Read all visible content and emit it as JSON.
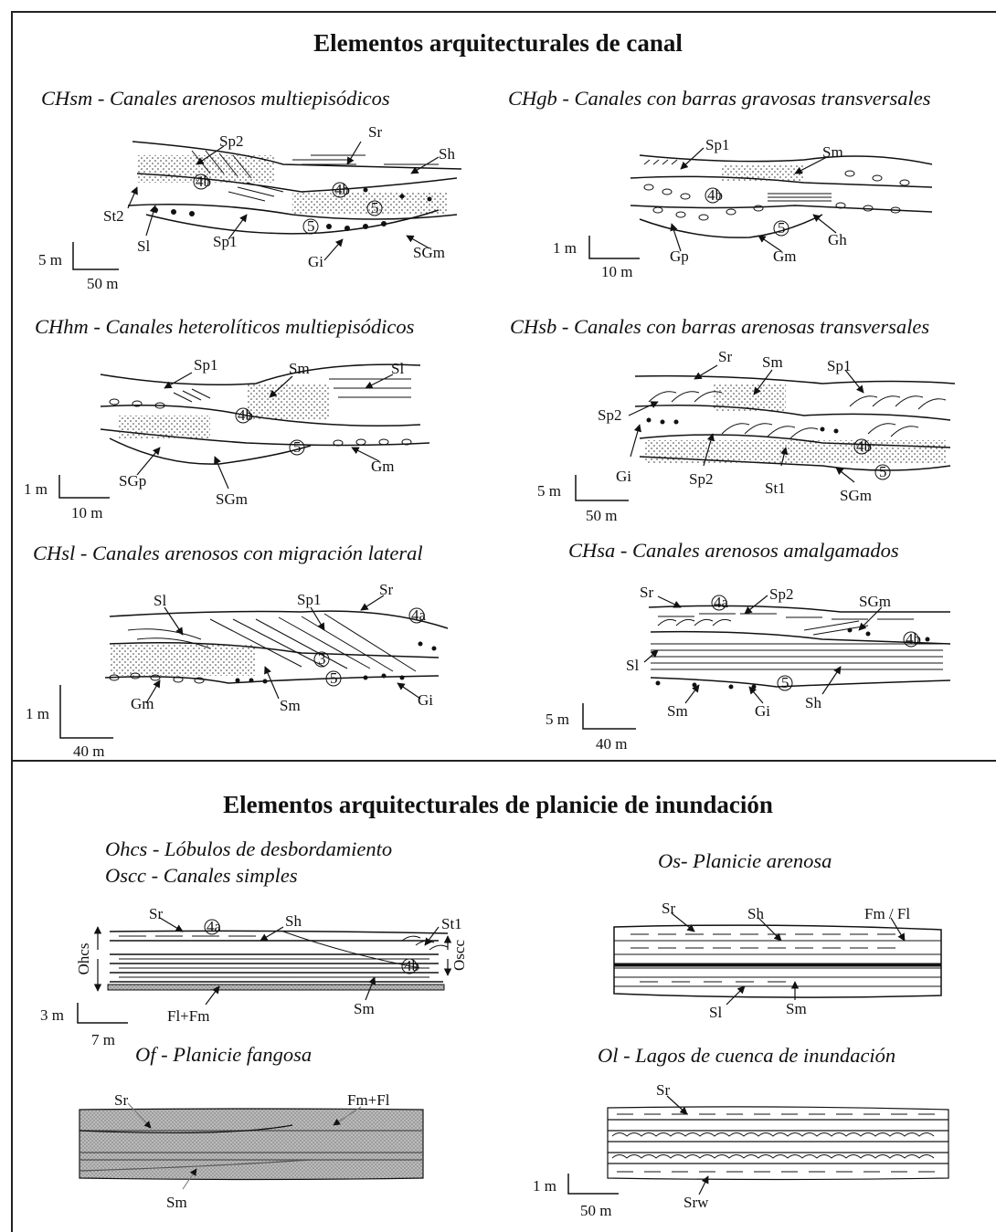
{
  "section_channel": "Elementos arquitecturales de canal",
  "section_floodplain": "Elementos arquitecturales de planicie de inundación",
  "panels": {
    "chsm": {
      "title": "CHsm - Canales arenosos multiepisódicos",
      "labels": [
        "Sp2",
        "Sr",
        "Sh",
        "St2",
        "Sl",
        "Sp1",
        "Gi",
        "SGm"
      ],
      "bounds": [
        "4b",
        "4b",
        "5",
        "5"
      ],
      "scale_v": "5 m",
      "scale_h": "50 m"
    },
    "chgb": {
      "title": "CHgb - Canales con barras gravosas transversales",
      "labels": [
        "Sp1",
        "Sm",
        "Gp",
        "Gm",
        "Gh"
      ],
      "bounds": [
        "4b",
        "5"
      ],
      "scale_v": "1 m",
      "scale_h": "10 m"
    },
    "chhm": {
      "title": "CHhm - Canales heterolíticos multiepisódicos",
      "labels": [
        "Sp1",
        "Sm",
        "Sl",
        "SGp",
        "SGm",
        "Gm"
      ],
      "bounds": [
        "4b",
        "5"
      ],
      "scale_v": "1 m",
      "scale_h": "10 m"
    },
    "chsb": {
      "title": "CHsb - Canales con barras arenosas transversales",
      "labels": [
        "Sr",
        "Sm",
        "Sp1",
        "Sp2",
        "Gi",
        "Sp2",
        "St1",
        "SGm"
      ],
      "bounds": [
        "4b",
        "5"
      ],
      "scale_v": "5 m",
      "scale_h": "50 m"
    },
    "chsl": {
      "title": "CHsl - Canales arenosos con migración lateral",
      "labels": [
        "Sl",
        "Sp1",
        "Sr",
        "Gm",
        "Sm",
        "Gi"
      ],
      "bounds": [
        "4a",
        "3",
        "5"
      ],
      "scale_v": "1 m",
      "scale_h": "40 m"
    },
    "chsa": {
      "title": "CHsa - Canales arenosos amalgamados",
      "labels": [
        "Sr",
        "Sp2",
        "SGm",
        "Sl",
        "Sm",
        "Gi",
        "Sh"
      ],
      "bounds": [
        "4a",
        "4b",
        "5"
      ],
      "scale_v": "5 m",
      "scale_h": "40 m"
    },
    "ohcs": {
      "title_1": "Ohcs - Lóbulos de desbordamiento",
      "title_2": "Oscc - Canales simples",
      "labels": [
        "Sr",
        "Sh",
        "St1",
        "Fl+Fm",
        "Sm"
      ],
      "side_left": "Ohcs",
      "side_right": "Oscc",
      "bounds": [
        "4a",
        "4b"
      ],
      "scale_v": "3 m",
      "scale_h": "7 m"
    },
    "os": {
      "title": "Os- Planicie arenosa",
      "labels": [
        "Sr",
        "Sh",
        "Fm / Fl",
        "Sl",
        "Sm"
      ]
    },
    "of": {
      "title": "Of - Planicie fangosa",
      "labels": [
        "Sr",
        "Fm+Fl",
        "Sm"
      ]
    },
    "ol": {
      "title": "Ol - Lagos de cuenca de inundación",
      "labels": [
        "Sr",
        "Srw"
      ],
      "scale_v": "1 m",
      "scale_h": "50 m"
    }
  }
}
